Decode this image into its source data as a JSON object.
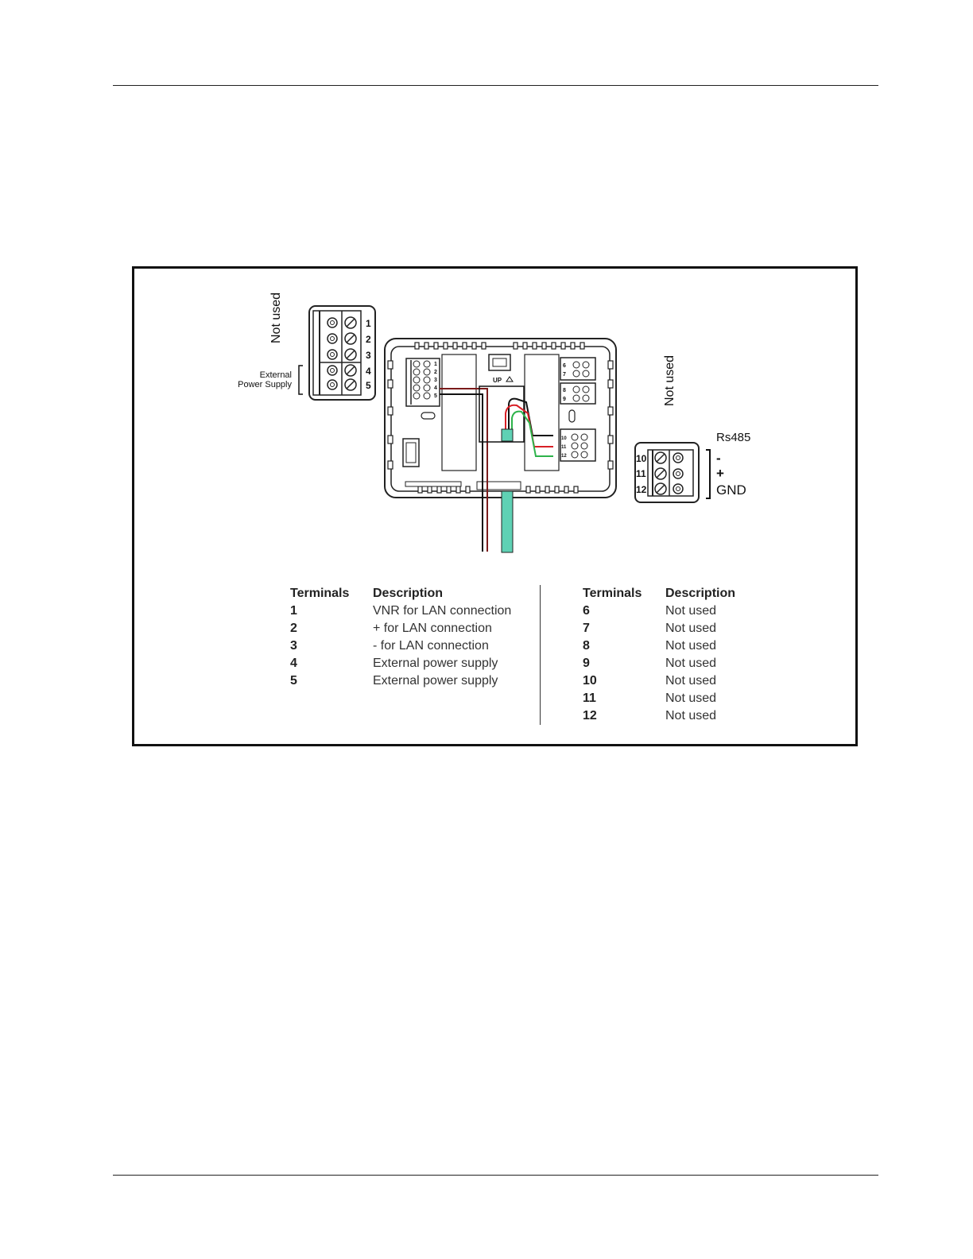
{
  "diagram": {
    "left_block_label": "Not used",
    "ext_supply_label_line1": "External",
    "ext_supply_label_line2": "Power Supply",
    "left_terminal_numbers": [
      "1",
      "2",
      "3",
      "4",
      "5"
    ],
    "right_block_label": "Not used",
    "rs485_label": "Rs485",
    "rs485_pins": [
      "10",
      "11",
      "12"
    ],
    "rs485_signals": [
      "-",
      "+",
      "GND"
    ],
    "device_up_label": "UP",
    "device_small_numbers_left": [
      "1",
      "2",
      "3",
      "4",
      "5"
    ],
    "device_small_numbers_right_top": [
      "6",
      "7"
    ],
    "device_small_numbers_right_mid": [
      "8",
      "9"
    ],
    "device_small_numbers_right_bottom": [
      "10",
      "11",
      "12"
    ]
  },
  "colors": {
    "wire_dark_red": "#7a1a1a",
    "wire_red": "#d81f26",
    "wire_green": "#2db34a",
    "wire_black": "#111111",
    "connector_teal": "#5fd1b4"
  },
  "table_left": {
    "col_terminals": "Terminals",
    "col_description": "Description",
    "rows": [
      {
        "terminal": "1",
        "description": "VNR for LAN connection"
      },
      {
        "terminal": "2",
        "description": "+ for LAN connection"
      },
      {
        "terminal": "3",
        "description": "- for LAN connection"
      },
      {
        "terminal": "4",
        "description": "External power supply"
      },
      {
        "terminal": "5",
        "description": "External power supply"
      }
    ]
  },
  "table_right": {
    "col_terminals": "Terminals",
    "col_description": "Description",
    "rows": [
      {
        "terminal": "6",
        "description": "Not used"
      },
      {
        "terminal": "7",
        "description": "Not used"
      },
      {
        "terminal": "8",
        "description": "Not used"
      },
      {
        "terminal": "9",
        "description": "Not used"
      },
      {
        "terminal": "10",
        "description": "Not used"
      },
      {
        "terminal": "11",
        "description": "Not used"
      },
      {
        "terminal": "12",
        "description": "Not used"
      }
    ]
  }
}
